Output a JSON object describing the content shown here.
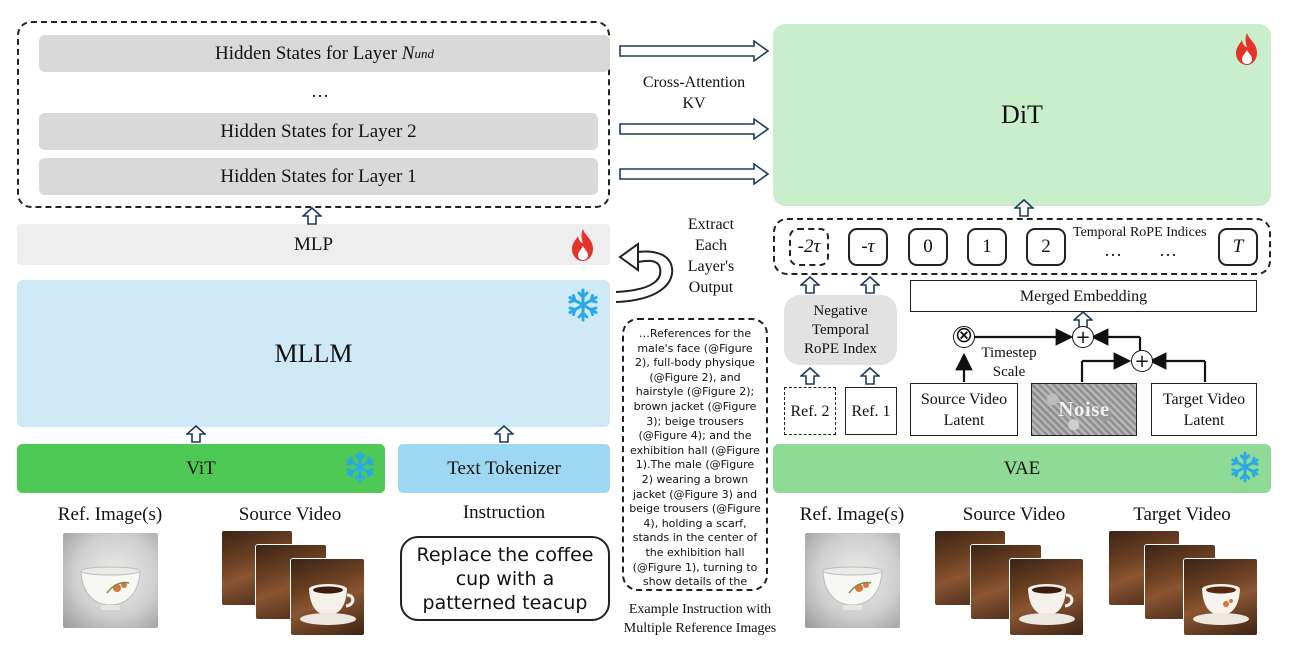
{
  "hidden_states": {
    "top": "Hidden States for Layer",
    "top_symbol": "N",
    "top_subscript": "und",
    "ellipsis": "…",
    "layer2": "Hidden States for Layer 2",
    "layer1": "Hidden States for Layer 1"
  },
  "cross_attention": {
    "line1": "Cross-Attention",
    "line2": "KV"
  },
  "dit": {
    "label": "DiT"
  },
  "mlp": {
    "label": "MLP"
  },
  "mllm": {
    "label": "MLLM"
  },
  "extract": {
    "line1": "Extract",
    "line2": "Each",
    "line3": "Layer's",
    "line4": "Output"
  },
  "vit": {
    "label": "ViT"
  },
  "text_tokenizer": {
    "label": "Text Tokenizer"
  },
  "left_inputs": {
    "ref_images": "Ref. Image(s)",
    "source_video": "Source Video",
    "instruction": "Instruction",
    "instruction_text": "Replace the coffee cup with a patterned teacup"
  },
  "example": {
    "text": "…References for the male's face (@Figure 2), full-body physique (@Figure 2), and hairstyle (@Figure 2); brown jacket (@Figure 3); beige trousers (@Figure 4); and the exhibition hall (@Figure 1).The male (@Figure 2) wearing a brown jacket (@Figure 3) and beige trousers (@Figure 4), holding a scarf, stands in the center of the exhibition hall (@Figure 1), turning to show details of the back of the clothing.",
    "caption_line1": "Example Instruction with",
    "caption_line2": "Multiple Reference Images"
  },
  "rope": {
    "neg2tau": "-2τ",
    "negtau": "-τ",
    "zero": "0",
    "one": "1",
    "two": "2",
    "dots1": "…",
    "dots2": "…",
    "T": "T",
    "label": "Temporal RoPE Indices"
  },
  "merged_embedding": {
    "label": "Merged Embedding"
  },
  "negative_rope": {
    "line1": "Negative",
    "line2": "Temporal",
    "line3": "RoPE Index"
  },
  "timestep": {
    "line1": "Timestep",
    "line2": "Scale"
  },
  "ops": {
    "times": "⊗",
    "plus": "+"
  },
  "ref2": {
    "label": "Ref. 2"
  },
  "ref1": {
    "label": "Ref. 1"
  },
  "source_latent": {
    "line1": "Source Video",
    "line2": "Latent"
  },
  "noise": {
    "label": "Noise"
  },
  "target_latent": {
    "line1": "Target Video",
    "line2": "Latent"
  },
  "vae": {
    "label": "VAE"
  },
  "right_inputs": {
    "ref_images": "Ref. Image(s)",
    "source_video": "Source Video",
    "target_video": "Target Video"
  },
  "colors": {
    "hidden_state_gray": "#d9d9d9",
    "dit_green": "#c8eecb",
    "vae_green": "#8fdb95",
    "vit_green": "#4fc956",
    "mllm_blue": "#cfe9f7",
    "tokenizer_blue": "#9ed7f1",
    "mlp_gray": "#eeeeee",
    "fire_red": "#e5332a",
    "snow_blue": "#29a9e8"
  }
}
